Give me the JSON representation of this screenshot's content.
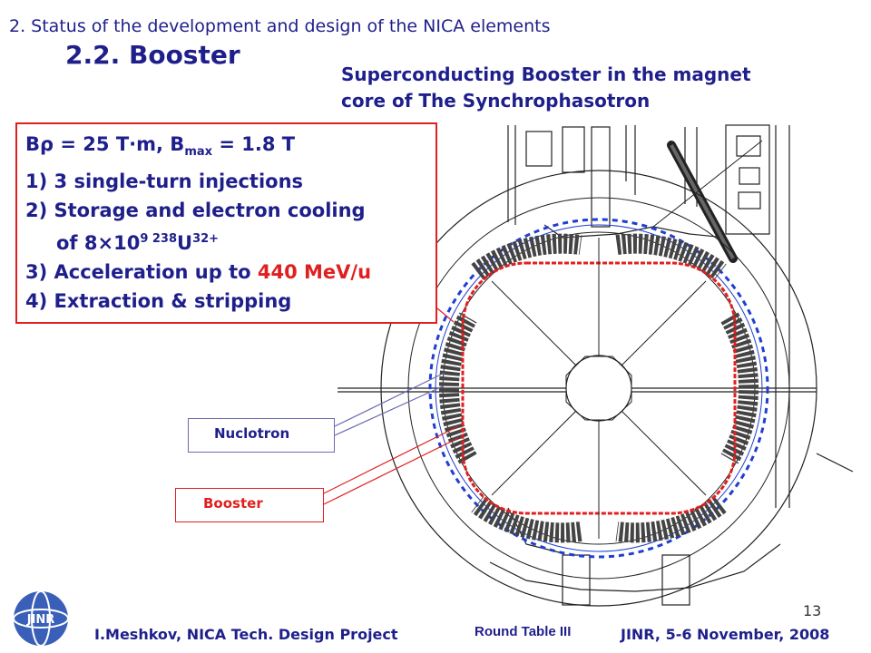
{
  "header": {
    "section_title": "2. Status of the development and design of the NICA elements",
    "slide_title": "2.2. Booster",
    "subtitle_line1": "Superconducting Booster in the magnet",
    "subtitle_line2": "core of The Synchrophasotron"
  },
  "info": {
    "line1_b": "B",
    "line1_rho": "ρ",
    "line1_mid": " = 25 T",
    "line1_dot": "·",
    "line1_m": "m, B",
    "line1_sub": "max",
    "line1_end": " = 1.8 T",
    "item1": "1) 3 single-turn injections",
    "item2": "2) Storage and electron cooling",
    "item2b_pre": "of 8×10",
    "item2b_exp": "9",
    "item2b_iso": " 238",
    "item2b_el": "U",
    "item2b_charge": "32+",
    "item3_pre": "3) Acceleration up to ",
    "item3_val": "440 MeV/u",
    "item4": "4) Extraction & stripping"
  },
  "labels": {
    "nuclotron": "Nuclotron",
    "booster": "Booster"
  },
  "footer": {
    "author": "I.Meshkov, NICA Tech. Design Project",
    "event": "Round Table III",
    "venue": "JINR, 5-6 November, 2008",
    "page": "13",
    "logo_text": "JINR"
  },
  "colors": {
    "title_blue": "#1f1f8c",
    "accent_red": "#e02020"
  }
}
